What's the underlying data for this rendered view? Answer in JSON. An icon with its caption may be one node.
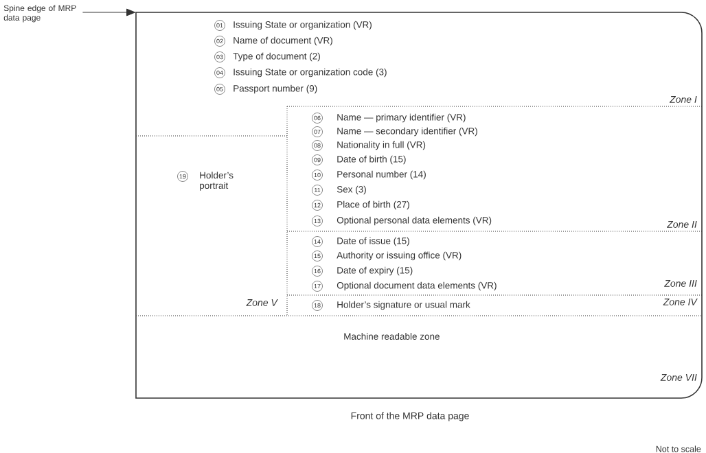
{
  "diagram": {
    "caption": "Front of the MRP data page",
    "nodes": [
      {
        "text": [
          "Spine edge of MRP data page"
        ]
      },
      {
        "text": [],
        "shape": "box"
      }
    ],
    "edges": [
      {
        "from": 0,
        "to": 1,
        "arrow": "to"
      }
    ],
    "labels": [
      "01",
      "Issuing State or organization (VR)",
      "02",
      "Name of document (VR)",
      "03",
      "Type of document (2)",
      "04",
      "Issuing State or organization code (3)",
      "05",
      "Passport number (9)",
      "Zone I",
      "06",
      "Name — primary identifier (VR)",
      "07",
      "Name — secondary identifier (VR)",
      "08",
      "Nationality in full (VR)",
      "09",
      "Date of birth (15)",
      "10",
      "Personal number (14)",
      "11",
      "Sex (3)",
      "12",
      "Place of birth (27)",
      "13",
      "Optional personal data elements (VR)",
      "Zone II",
      "14",
      "Date of issue (15)",
      "15",
      "Authority or issuing office (VR)",
      "16",
      "Date of expiry (15)",
      "17",
      "Optional document data elements (VR)",
      "Zone III",
      "18",
      "Holder’s signature or usual mark",
      "Zone IV",
      "19",
      "Holder’s portrait",
      "Zone V",
      "Machine readable zone",
      "Zone VII",
      "Not to scale"
    ]
  }
}
